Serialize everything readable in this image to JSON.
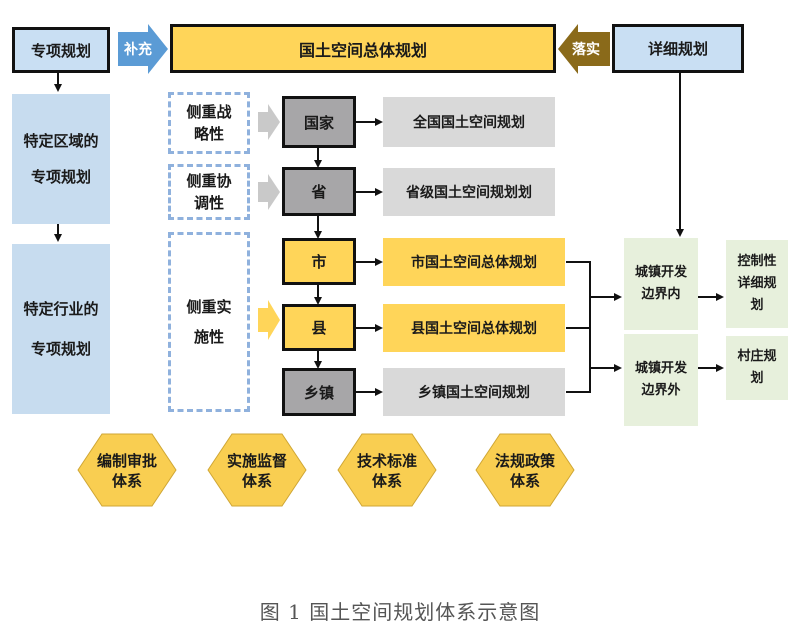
{
  "top": {
    "special_plan": "专项规划",
    "supplement": "补充",
    "master_plan": "国土空间总体规划",
    "implement": "落实",
    "detail_plan": "详细规划"
  },
  "left": {
    "region_special": "特定区域的专项规划",
    "industry_special": "特定行业的专项规划"
  },
  "emphasis": {
    "strategic": "侧重战略性",
    "coordination": "侧重协调性",
    "implementation": "侧重实施性"
  },
  "levels": {
    "national": "国家",
    "provincial": "省",
    "city": "市",
    "county": "县",
    "town": "乡镇"
  },
  "plans": {
    "national": "全国国土空间规划",
    "provincial": "省级国土空间规划划",
    "city": "市国土空间总体规划",
    "county": "县国土空间总体规划",
    "town": "乡镇国土空间规划"
  },
  "right": {
    "inside_boundary": "城镇开发边界内",
    "outside_boundary": "城镇开发边界外",
    "control_detail": "控制性详细规划",
    "village": "村庄规划"
  },
  "systems": {
    "approval": "编制审批体系",
    "supervision": "实施监督体系",
    "technical": "技术标准体系",
    "legal": "法规政策体系"
  },
  "caption": "图 1  国土空间规划体系示意图"
}
